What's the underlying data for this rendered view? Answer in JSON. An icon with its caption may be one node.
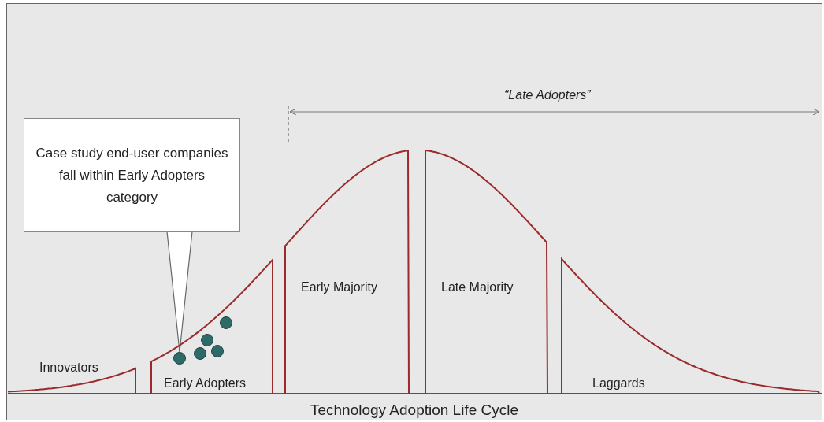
{
  "diagram": {
    "caption": "Technology Adoption Life Cycle",
    "nodes": [
      {
        "text": [
          "Innovators"
        ]
      },
      {
        "text": [
          "Early Adopters"
        ]
      },
      {
        "text": [
          "Early Majority"
        ]
      },
      {
        "text": [
          "Late Majority"
        ]
      },
      {
        "text": [
          "Laggards"
        ]
      },
      {
        "text": [
          "Case study end-user companies fall within Early Adopters category"
        ]
      },
      {
        "text": [],
        "shape": "circle",
        "in": 1
      },
      {
        "text": [],
        "shape": "circle",
        "in": 1
      },
      {
        "text": [],
        "shape": "circle",
        "in": 1
      },
      {
        "text": [],
        "shape": "circle",
        "in": 1
      },
      {
        "text": [],
        "shape": "circle",
        "in": 1
      }
    ],
    "edges": [
      {
        "from": 5,
        "to": 6,
        "arrow": "none"
      }
    ],
    "labels": [
      "“Late Adopters”"
    ]
  }
}
